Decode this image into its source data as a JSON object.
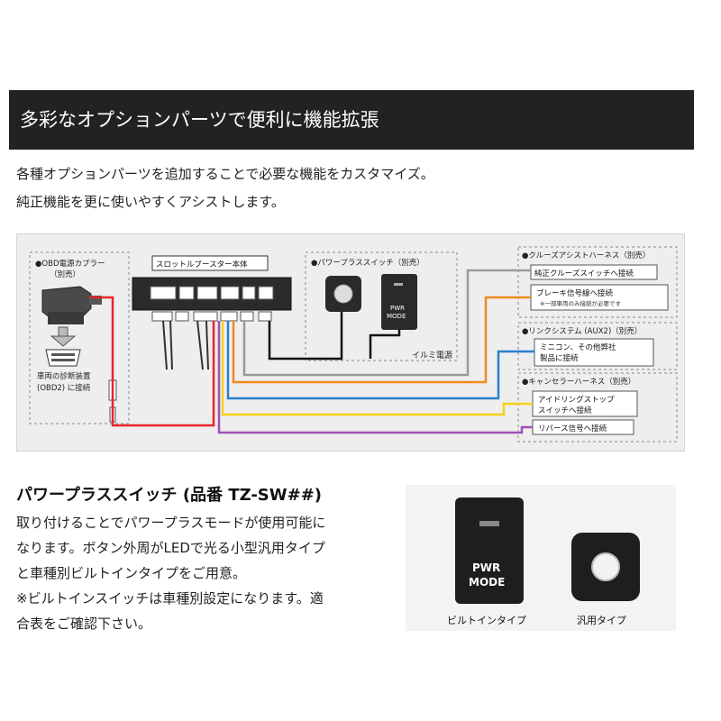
{
  "banner": {
    "title": "多彩なオプションパーツで便利に機能拡張"
  },
  "intro": {
    "line1": "各種オプションパーツを追加することで必要な機能をカスタマイズ。",
    "line2": "純正機能を更に使いやすくアシストします。"
  },
  "diagram": {
    "obd_title1": "●OBD電源カプラー",
    "obd_title2": "（別売）",
    "obd_note1": "車両の診断装置",
    "obd_note2": "(OBD2) に接続",
    "unit_label": "スロットルブースター本体",
    "switch_label": "●パワープラススイッチ（別売）",
    "switch_face1": "PWR",
    "switch_face2": "MODE",
    "illumi_label": "イルミ電源",
    "cruise_title": "●クルーズアシストハーネス（別売）",
    "cruise_item1": "純正クルーズスイッチへ接続",
    "cruise_item2": "ブレーキ信号線へ接続",
    "cruise_item2_note": "※一部車両のみ接続が必要です",
    "link_title": "●リンクシステム (AUX2)（別売）",
    "link_item1a": "ミニコン、その他弊社",
    "link_item1b": "製品に接続",
    "cancel_title": "●キャンセラーハーネス（別売）",
    "cancel_item1a": "アイドリングストップ",
    "cancel_item1b": "スイッチへ接続",
    "cancel_item2": "リバース信号へ接続",
    "wire_colors": {
      "red": "#e8262a",
      "orange": "#f08a1c",
      "blue": "#2b7fd0",
      "yellow": "#f4d21a",
      "purple": "#a050b8",
      "gray": "#9a9a9a",
      "black": "#111111"
    }
  },
  "product": {
    "heading": "パワープラススイッチ (品番 TZ-SW##)",
    "desc1": "取り付けることでパワープラスモードが使用可能に",
    "desc2": "なります。ボタン外周がLEDで光る小型汎用タイプ",
    "desc3": "と車種別ビルトインタイプをご用意。",
    "desc4": "※ビルトインスイッチは車種別設定になります。適",
    "desc5": "合表をご確認下さい。",
    "builtin_face1": "PWR",
    "builtin_face2": "MODE",
    "builtin_caption": "ビルトインタイプ",
    "generic_caption": "汎用タイプ"
  }
}
